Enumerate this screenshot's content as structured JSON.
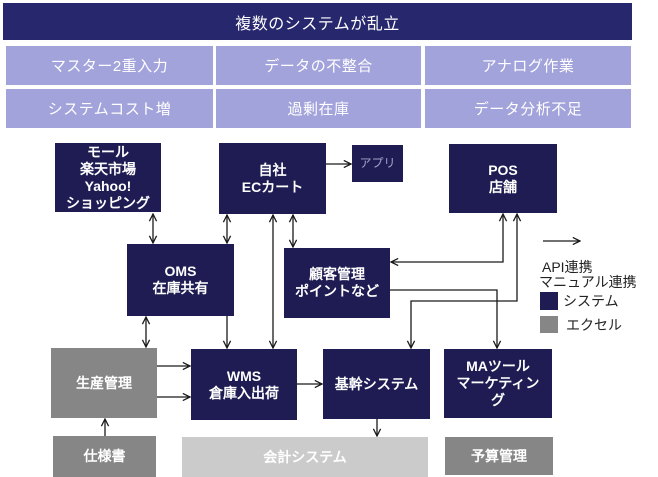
{
  "banner": {
    "title": "複数のシステムが乱立"
  },
  "problems": [
    {
      "label": "マスター2重入力"
    },
    {
      "label": "データの不整合"
    },
    {
      "label": "アナログ作業"
    },
    {
      "label": "システムコスト増"
    },
    {
      "label": "過剰在庫"
    },
    {
      "label": "データ分析不足"
    }
  ],
  "nodes": {
    "mall": {
      "type": "system",
      "lines": [
        "モール",
        "楽天市場",
        "Yahoo!",
        "ショッピング"
      ]
    },
    "ec_cart": {
      "type": "system",
      "lines": [
        "自社",
        "ECカート"
      ]
    },
    "app": {
      "type": "system",
      "lines": [
        "アプリ"
      ]
    },
    "pos": {
      "type": "system",
      "lines": [
        "POS",
        "店舗"
      ]
    },
    "oms": {
      "type": "system",
      "lines": [
        "OMS",
        "在庫共有"
      ]
    },
    "crm": {
      "type": "system",
      "lines": [
        "顧客管理",
        "ポイントなど"
      ]
    },
    "production": {
      "type": "excel",
      "lines": [
        "生産管理"
      ]
    },
    "wms": {
      "type": "system",
      "lines": [
        "WMS",
        "倉庫入出荷"
      ]
    },
    "core": {
      "type": "system",
      "lines": [
        "基幹システム"
      ]
    },
    "ma": {
      "type": "system",
      "lines": [
        "MAツール",
        "マーケティン",
        "グ"
      ]
    },
    "spec": {
      "type": "excel",
      "lines": [
        "仕様書"
      ]
    },
    "accounting": {
      "type": "faded",
      "lines": [
        "会計システム"
      ]
    },
    "budget": {
      "type": "excel",
      "lines": [
        "予算管理"
      ]
    }
  },
  "connections": [
    {
      "from": "mall",
      "to": "oms",
      "direction": "both"
    },
    {
      "from": "ec_cart",
      "to": "oms",
      "direction": "both"
    },
    {
      "from": "ec_cart",
      "to": "app",
      "direction": "forward"
    },
    {
      "from": "ec_cart",
      "to": "wms",
      "direction": "both"
    },
    {
      "from": "ec_cart",
      "to": "crm",
      "direction": "both"
    },
    {
      "from": "pos",
      "to": "crm",
      "direction": "both"
    },
    {
      "from": "pos",
      "to": "core",
      "direction": "both"
    },
    {
      "from": "crm",
      "to": "ma",
      "direction": "forward"
    },
    {
      "from": "oms",
      "to": "wms",
      "direction": "forward"
    },
    {
      "from": "oms",
      "to": "production",
      "direction": "both"
    },
    {
      "from": "production",
      "to": "wms",
      "direction": "forward"
    },
    {
      "from": "production",
      "to": "wms",
      "direction": "forward"
    },
    {
      "from": "wms",
      "to": "core",
      "direction": "forward"
    },
    {
      "from": "core",
      "to": "accounting",
      "direction": "forward"
    },
    {
      "from": "spec",
      "to": "production",
      "direction": "forward"
    }
  ],
  "legend": {
    "arrow_icon": "right-arrow",
    "api_label": "API連携",
    "manual_label": "マニュアル連携",
    "system_label": "システム",
    "excel_label": "エクセル"
  },
  "colors": {
    "banner": "#27276d",
    "problem_cell": "#a3a3dc",
    "system": "#1e1c52",
    "excel": "#868686",
    "faded": "#cbcbcb",
    "arrow": "#1a1a1a"
  }
}
